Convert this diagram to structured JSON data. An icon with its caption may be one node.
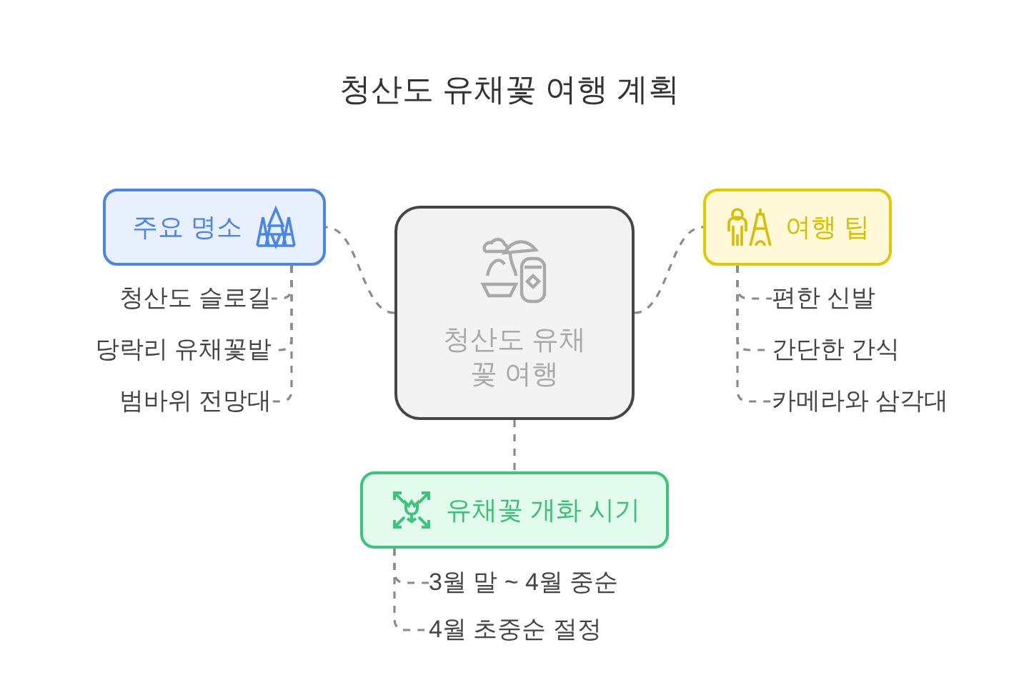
{
  "diagram": {
    "title": "청산도 유채꽃 여행 계획",
    "nodes": [
      {
        "text": [
          "청산도 유채꽃 여행"
        ]
      },
      {
        "text": [
          "주요 명소"
        ]
      },
      {
        "text": [
          "청산도 슬로길"
        ]
      },
      {
        "text": [
          "당락리 유채꽃밭"
        ]
      },
      {
        "text": [
          "범바위 전망대"
        ]
      },
      {
        "text": [
          "여행 팁"
        ]
      },
      {
        "text": [
          "편한 신발"
        ]
      },
      {
        "text": [
          "간단한 간식"
        ]
      },
      {
        "text": [
          "카메라와 삼각대"
        ]
      },
      {
        "text": [
          "유채꽃 개화 시기"
        ]
      },
      {
        "text": [
          "3월 말 ~ 4월 중순"
        ]
      },
      {
        "text": [
          "4월 초중순 절정"
        ]
      }
    ],
    "edges": [
      {
        "from": 0,
        "to": 1,
        "arrow": "none",
        "style": "dashed"
      },
      {
        "from": 1,
        "to": 2,
        "arrow": "none",
        "style": "dashed"
      },
      {
        "from": 1,
        "to": 3,
        "arrow": "none",
        "style": "dashed"
      },
      {
        "from": 1,
        "to": 4,
        "arrow": "none",
        "style": "dashed"
      },
      {
        "from": 0,
        "to": 5,
        "arrow": "none",
        "style": "dashed"
      },
      {
        "from": 5,
        "to": 6,
        "arrow": "none",
        "style": "dashed"
      },
      {
        "from": 5,
        "to": 7,
        "arrow": "none",
        "style": "dashed"
      },
      {
        "from": 5,
        "to": 8,
        "arrow": "none",
        "style": "dashed"
      },
      {
        "from": 0,
        "to": 9,
        "arrow": "none",
        "style": "dashed"
      },
      {
        "from": 9,
        "to": 10,
        "arrow": "none",
        "style": "dashed"
      },
      {
        "from": 9,
        "to": 11,
        "arrow": "none",
        "style": "dashed"
      }
    ]
  }
}
